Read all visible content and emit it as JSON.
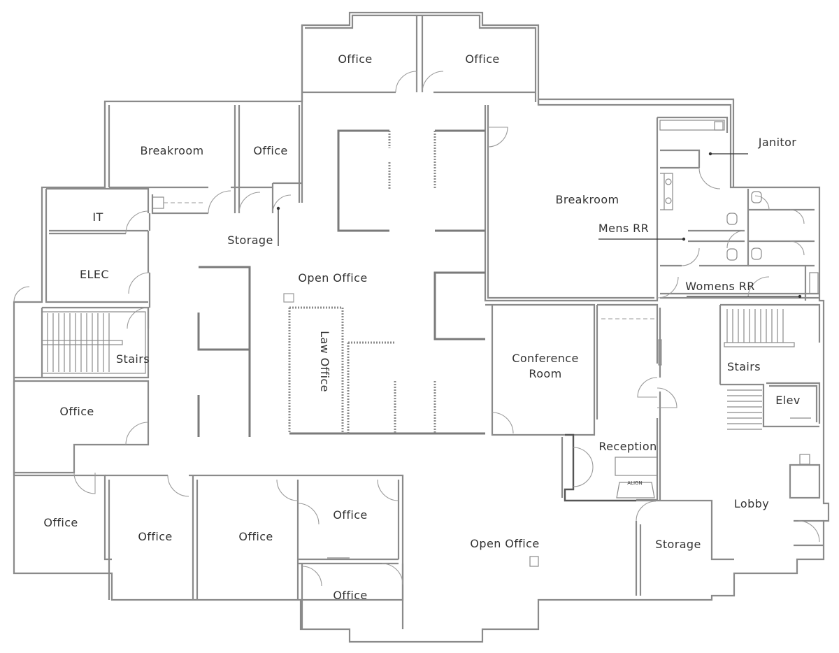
{
  "rooms": {
    "office_top_left": "Office",
    "office_top_right": "Office",
    "breakroom_left": "Breakroom",
    "office_upper": "Office",
    "it": "IT",
    "elec": "ELEC",
    "storage_upper": "Storage",
    "open_office_upper": "Open Office",
    "law_office": "Law Office",
    "stairs_left": "Stairs",
    "office_west": "Office",
    "office_sw_1": "Office",
    "office_sw_2": "Office",
    "office_sw_3": "Office",
    "office_south_upper": "Office",
    "office_south_lower": "Office",
    "open_office_lower": "Open Office",
    "breakroom_right": "Breakroom",
    "janitor": "Janitor",
    "mens_rr": "Mens RR",
    "womens_rr": "Womens RR",
    "conference_line1": "Conference",
    "conference_line2": "Room",
    "stairs_right": "Stairs",
    "elev": "Elev",
    "reception": "Reception",
    "align": "ALIGN",
    "lobby": "Lobby",
    "storage_lower": "Storage"
  }
}
